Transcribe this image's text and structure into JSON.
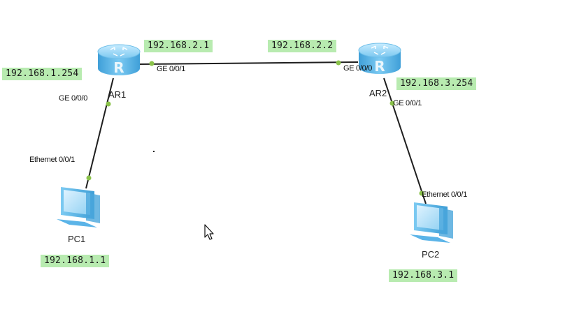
{
  "devices": {
    "ar1": {
      "name": "AR1"
    },
    "ar2": {
      "name": "AR2"
    },
    "pc1": {
      "name": "PC1"
    },
    "pc2": {
      "name": "PC2"
    }
  },
  "ip_labels": {
    "ar1_lan": "192.168.1.254",
    "ar1_wan": "192.168.2.1",
    "ar2_wan": "192.168.2.2",
    "ar2_lan": "192.168.3.254",
    "pc1": "192.168.1.1",
    "pc2": "192.168.3.1"
  },
  "port_labels": {
    "ar1_ge001": "GE 0/0/1",
    "ar1_ge000": "GE 0/0/0",
    "ar2_ge000": "GE 0/0/0",
    "ar2_ge001": "GE 0/0/1",
    "pc1_eth": "Ethernet 0/0/1",
    "pc2_eth": "Ethernet 0/0/1"
  },
  "colors": {
    "ip_label_bg": "#b8ebb0",
    "link": "#1e1e1e",
    "port_dot": "#8ac24a",
    "router": "#5fb6e6"
  }
}
